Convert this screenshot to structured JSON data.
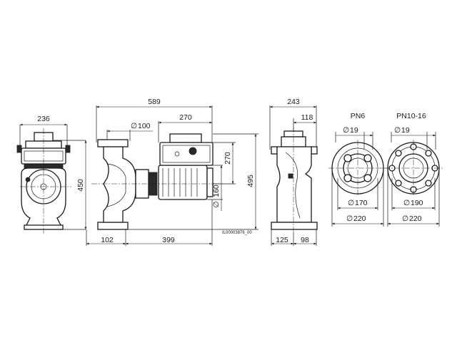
{
  "front_view": {
    "width": "236",
    "height": "450"
  },
  "side_view": {
    "overall_length": "589",
    "module_length": "270",
    "module_height": "270",
    "flange_diameter": "100",
    "motor_diameter": "160",
    "total_height": "495",
    "offset_left": "102",
    "offset_right": "399",
    "drawing_code": "IL00003876_00"
  },
  "end_view": {
    "depth": "243",
    "half_depth": "118",
    "left": "125",
    "right": "98"
  },
  "flange_pn6": {
    "title": "PN6",
    "hole": "19",
    "pitch": "170",
    "outer": "220"
  },
  "flange_pn10": {
    "title": "PN10-16",
    "hole": "19",
    "pitch": "190",
    "outer": "220"
  },
  "diameter_symbol": "∅"
}
